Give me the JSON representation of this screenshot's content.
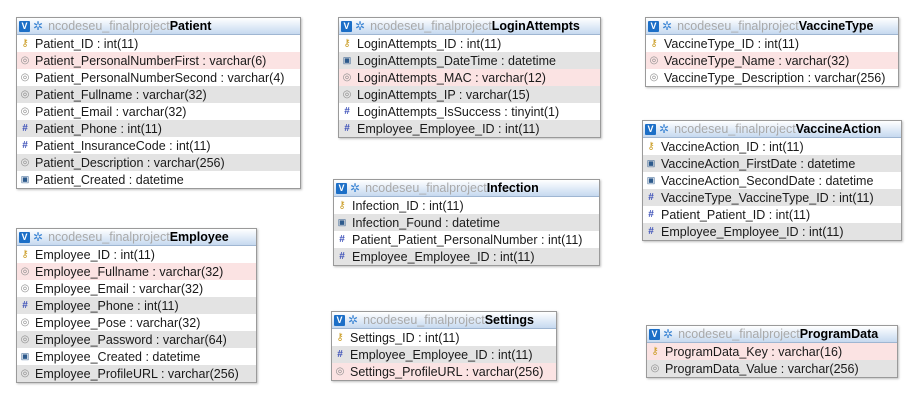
{
  "tables": [
    {
      "db": "ncodeseu_finalproject",
      "name": "Patient",
      "rows": [
        {
          "text": "Patient_ID : int(11)",
          "icon": "key-icon",
          "style": ""
        },
        {
          "text": "Patient_PersonalNumberFirst : varchar(6)",
          "icon": "string-icon",
          "style": "pink"
        },
        {
          "text": "Patient_PersonalNumberSecond : varchar(4)",
          "icon": "string-icon",
          "style": ""
        },
        {
          "text": "Patient_Fullname : varchar(32)",
          "icon": "string-icon",
          "style": "alt"
        },
        {
          "text": "Patient_Email : varchar(32)",
          "icon": "string-icon",
          "style": ""
        },
        {
          "text": "Patient_Phone : int(11)",
          "icon": "hash-icon",
          "style": "alt"
        },
        {
          "text": "Patient_InsuranceCode : int(11)",
          "icon": "hash-icon",
          "style": ""
        },
        {
          "text": "Patient_Description : varchar(256)",
          "icon": "string-icon",
          "style": "alt"
        },
        {
          "text": "Patient_Created : datetime",
          "icon": "datetime-icon",
          "style": ""
        }
      ]
    },
    {
      "db": "ncodeseu_finalproject",
      "name": "LoginAttempts",
      "rows": [
        {
          "text": "LoginAttempts_ID : int(11)",
          "icon": "key-icon",
          "style": ""
        },
        {
          "text": "LoginAttempts_DateTime : datetime",
          "icon": "datetime-icon",
          "style": "alt"
        },
        {
          "text": "LoginAttempts_MAC : varchar(12)",
          "icon": "string-icon",
          "style": "pink"
        },
        {
          "text": "LoginAttempts_IP : varchar(15)",
          "icon": "string-icon",
          "style": "alt"
        },
        {
          "text": "LoginAttempts_IsSuccess : tinyint(1)",
          "icon": "hash-icon",
          "style": ""
        },
        {
          "text": "Employee_Employee_ID : int(11)",
          "icon": "hash-icon",
          "style": "alt"
        }
      ]
    },
    {
      "db": "ncodeseu_finalproject",
      "name": "VaccineType",
      "rows": [
        {
          "text": "VaccineType_ID : int(11)",
          "icon": "key-icon",
          "style": ""
        },
        {
          "text": "VaccineType_Name : varchar(32)",
          "icon": "string-icon",
          "style": "pink"
        },
        {
          "text": "VaccineType_Description : varchar(256)",
          "icon": "string-icon",
          "style": ""
        }
      ]
    },
    {
      "db": "ncodeseu_finalproject",
      "name": "VaccineAction",
      "rows": [
        {
          "text": "VaccineAction_ID : int(11)",
          "icon": "key-icon",
          "style": ""
        },
        {
          "text": "VaccineAction_FirstDate : datetime",
          "icon": "datetime-icon",
          "style": "alt"
        },
        {
          "text": "VaccineAction_SecondDate : datetime",
          "icon": "datetime-icon",
          "style": ""
        },
        {
          "text": "VaccineType_VaccineType_ID : int(11)",
          "icon": "hash-icon",
          "style": "alt"
        },
        {
          "text": "Patient_Patient_ID : int(11)",
          "icon": "hash-icon",
          "style": ""
        },
        {
          "text": "Employee_Employee_ID : int(11)",
          "icon": "hash-icon",
          "style": "alt"
        }
      ]
    },
    {
      "db": "ncodeseu_finalproject",
      "name": "Infection",
      "rows": [
        {
          "text": "Infection_ID : int(11)",
          "icon": "key-icon",
          "style": ""
        },
        {
          "text": "Infection_Found : datetime",
          "icon": "datetime-icon",
          "style": "alt"
        },
        {
          "text": "Patient_Patient_PersonalNumber : int(11)",
          "icon": "hash-icon",
          "style": ""
        },
        {
          "text": "Employee_Employee_ID : int(11)",
          "icon": "hash-icon",
          "style": "alt"
        }
      ]
    },
    {
      "db": "ncodeseu_finalproject",
      "name": "Employee",
      "rows": [
        {
          "text": "Employee_ID : int(11)",
          "icon": "key-icon",
          "style": ""
        },
        {
          "text": "Employee_Fullname : varchar(32)",
          "icon": "string-icon",
          "style": "pink"
        },
        {
          "text": "Employee_Email : varchar(32)",
          "icon": "string-icon",
          "style": ""
        },
        {
          "text": "Employee_Phone : int(11)",
          "icon": "hash-icon",
          "style": "alt"
        },
        {
          "text": "Employee_Pose : varchar(32)",
          "icon": "string-icon",
          "style": ""
        },
        {
          "text": "Employee_Password : varchar(64)",
          "icon": "string-icon",
          "style": "alt"
        },
        {
          "text": "Employee_Created : datetime",
          "icon": "datetime-icon",
          "style": ""
        },
        {
          "text": "Employee_ProfileURL : varchar(256)",
          "icon": "string-icon",
          "style": "alt"
        }
      ]
    },
    {
      "db": "ncodeseu_finalproject",
      "name": "Settings",
      "rows": [
        {
          "text": "Settings_ID : int(11)",
          "icon": "key-icon",
          "style": ""
        },
        {
          "text": "Employee_Employee_ID : int(11)",
          "icon": "hash-icon",
          "style": "alt"
        },
        {
          "text": "Settings_ProfileURL : varchar(256)",
          "icon": "string-icon",
          "style": "pink"
        }
      ]
    },
    {
      "db": "ncodeseu_finalproject",
      "name": "ProgramData",
      "rows": [
        {
          "text": "ProgramData_Key : varchar(16)",
          "icon": "key-icon",
          "style": "pink"
        },
        {
          "text": "ProgramData_Value : varchar(256)",
          "icon": "string-icon",
          "style": "alt"
        }
      ]
    }
  ],
  "colors": {
    "header_toggle": "#1c6fc7",
    "alt_row": "#e3e3e3",
    "pink_row": "#fbe3e3",
    "key_icon": "#c99a1e",
    "hash_icon": "#3b4fb8"
  }
}
